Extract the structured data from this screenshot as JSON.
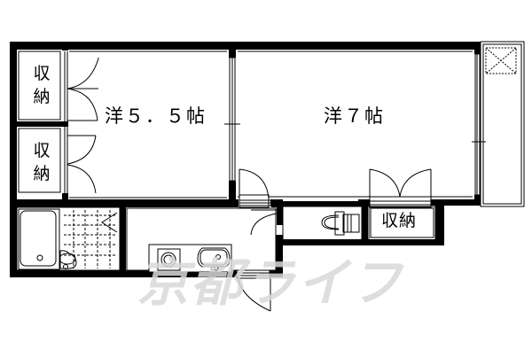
{
  "floor_plan": {
    "rooms": [
      {
        "id": "western-room-5-5",
        "label": "洋５．５帖",
        "type": "western-room",
        "size_jo": 5.5
      },
      {
        "id": "western-room-7",
        "label": "洋７帖",
        "type": "western-room",
        "size_jo": 7
      }
    ],
    "closets": [
      {
        "id": "closet-upper-left",
        "label": "収\n納",
        "line1": "収",
        "line2": "納"
      },
      {
        "id": "closet-lower-left",
        "label": "収\n納",
        "line1": "収",
        "line2": "納"
      },
      {
        "id": "closet-right",
        "label": "収納"
      }
    ],
    "fixtures": [
      "bathtub",
      "washbasin",
      "shower-floor-tiles",
      "kitchen-stove",
      "kitchen-sink",
      "toilet",
      "balcony",
      "ventilation-box"
    ],
    "watermark": "京都ライフ"
  },
  "colors": {
    "wall": "#000000",
    "background": "#ffffff",
    "watermark": "#d9d9d9"
  }
}
